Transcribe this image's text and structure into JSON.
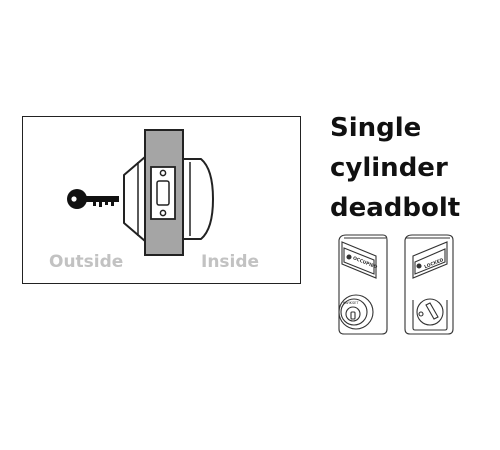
{
  "title_lines": [
    "Single",
    "cylinder",
    "deadbolt"
  ],
  "labels": {
    "outside": "Outside",
    "inside": "Inside"
  },
  "thumb_labels": {
    "left": "OCCUPIED",
    "right": "LOCKED",
    "key_cylinder": "KWIKSET"
  },
  "colors": {
    "line": "#222222",
    "door": "#a5a5a5",
    "label": "#c2c2c2",
    "title": "#111111"
  },
  "icons": [
    "key-icon",
    "deadbolt-exterior-icon",
    "deadbolt-interior-icon"
  ]
}
